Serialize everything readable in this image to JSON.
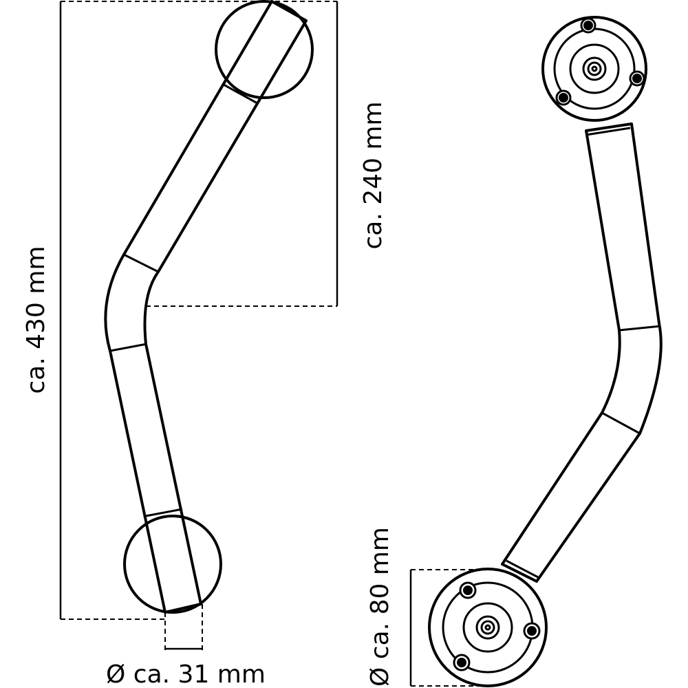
{
  "labels": {
    "total_length": "ca. 430 mm",
    "offset_length": "ca. 240 mm",
    "tube_diameter": "Ø ca. 31 mm",
    "rosette_diameter": "Ø ca. 80 mm"
  },
  "colors": {
    "line": "#000000",
    "background": "#ffffff"
  }
}
